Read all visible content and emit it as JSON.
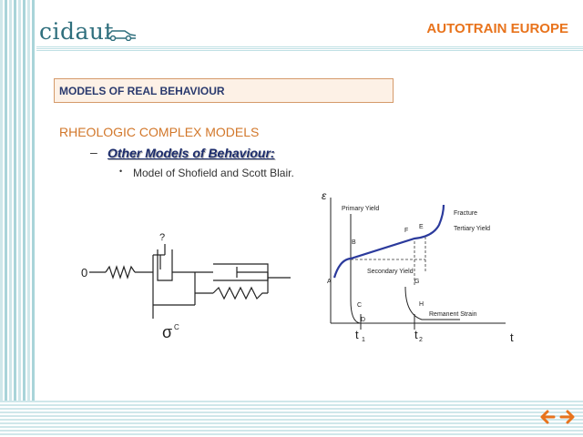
{
  "header": {
    "logo_text": "cidaut",
    "brand": "AUTOTRAIN EUROPE"
  },
  "section": {
    "title": "MODELS OF REAL BEHAVIOUR"
  },
  "content": {
    "heading": "RHEOLOGIC COMPLEX MODELS",
    "dash": "–",
    "subheading": "Other Models of Behaviour:",
    "bullet_mark": "•",
    "bullet": "Model of Shofield and Scott Blair."
  },
  "rheologic_model": {
    "left_node": "0",
    "top_symbol": "?",
    "sigma": "σ",
    "sigma_sup": "C"
  },
  "strain_graph": {
    "y_axis": "ε",
    "t_axis": "t",
    "t1": "t",
    "t1_sub": "1",
    "t2": "t",
    "t2_sub": "2",
    "primary_yield": "Primary Yield",
    "secondary_yield": "Secondary Yield",
    "fracture": "Fracture",
    "tertiary_yield": "Tertiary Yield",
    "remanent_strain": "Remanent Strain",
    "point_a": "A",
    "point_b": "B",
    "point_c": "C",
    "point_d": "D",
    "point_e": "E",
    "point_f": "F",
    "point_g": "G",
    "point_h": "H"
  },
  "colors": {
    "accent_orange": "#e8731c",
    "curve_blue": "#2b3a9c",
    "teal": "#2f6f7d"
  },
  "nav": {
    "prev_icon": "left-arrow-icon",
    "next_icon": "right-arrow-icon"
  }
}
